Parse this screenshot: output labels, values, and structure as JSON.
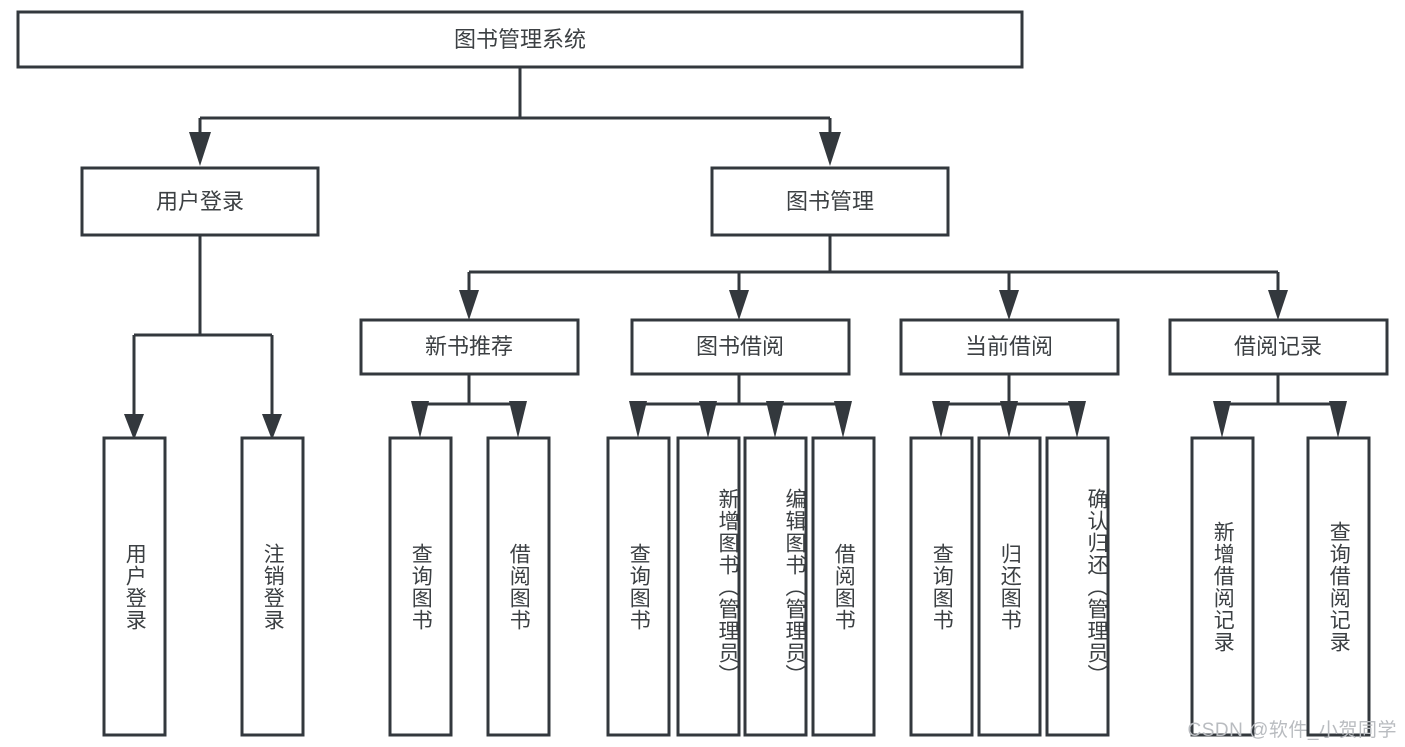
{
  "diagram": {
    "title": "图书管理系统",
    "type": "tree-hierarchy",
    "orientation": "top-down",
    "colors": {
      "stroke": "#33383d",
      "box_fill": "#ffffff",
      "text": "#3c4043",
      "background": "#ffffff",
      "watermark": "#b9bcc0"
    },
    "root": {
      "label": "图书管理系统",
      "children": [
        {
          "label": "用户登录",
          "children": [
            {
              "label": "用户登录"
            },
            {
              "label": "注销登录"
            }
          ]
        },
        {
          "label": "图书管理",
          "children": [
            {
              "label": "新书推荐",
              "children": [
                {
                  "label": "查询图书"
                },
                {
                  "label": "借阅图书"
                }
              ]
            },
            {
              "label": "图书借阅",
              "children": [
                {
                  "label": "查询图书"
                },
                {
                  "label": "新增图书（管理员）"
                },
                {
                  "label": "编辑图书（管理员）"
                },
                {
                  "label": "借阅图书"
                }
              ]
            },
            {
              "label": "当前借阅",
              "children": [
                {
                  "label": "查询图书"
                },
                {
                  "label": "归还图书"
                },
                {
                  "label": "确认归还（管理员）"
                }
              ]
            },
            {
              "label": "借阅记录",
              "children": [
                {
                  "label": "新增借阅记录"
                },
                {
                  "label": "查询借阅记录"
                }
              ]
            }
          ]
        }
      ]
    },
    "nodes": {
      "root": "图书管理系统",
      "user_login": "用户登录",
      "book_manage": "图书管理",
      "new_book_rec": "新书推荐",
      "book_borrow": "图书借阅",
      "current_borrow": "当前借阅",
      "borrow_record": "借阅记录",
      "leaf_user_login": "用户登录",
      "leaf_logout": "注销登录",
      "leaf_rec_query": "查询图书",
      "leaf_rec_borrow": "借阅图书",
      "leaf_bb_query": "查询图书",
      "leaf_bb_add": "新增图书（管理员）",
      "leaf_bb_edit": "编辑图书（管理员）",
      "leaf_bb_borrow": "借阅图书",
      "leaf_cb_query": "查询图书",
      "leaf_cb_return": "归还图书",
      "leaf_cb_confirm": "确认归还（管理员）",
      "leaf_br_add": "新增借阅记录",
      "leaf_br_query": "查询借阅记录"
    }
  },
  "watermark": {
    "text": "CSDN @软件_小贺同学"
  }
}
